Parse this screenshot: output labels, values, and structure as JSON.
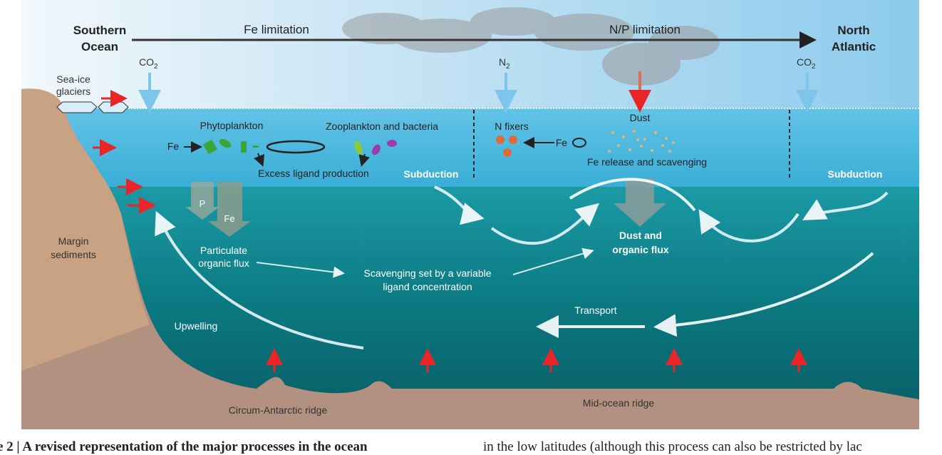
{
  "labels": {
    "southern_ocean": [
      "Southern",
      "Ocean"
    ],
    "north_atlantic": [
      "North",
      "Atlantic"
    ],
    "fe_limitation": "Fe limitation",
    "np_limitation": "N/P limitation",
    "co2_left": "CO",
    "co2_right": "CO",
    "co2_sub": "2",
    "n2": "N",
    "n2_sub": "2",
    "sea_ice": [
      "Sea-ice",
      "glaciers"
    ],
    "phytoplankton": "Phytoplankton",
    "fe_left": "Fe",
    "zooplankton": "Zooplankton and bacteria",
    "excess_ligand": "Excess ligand production",
    "subduction_left": "Subduction",
    "subduction_right": "Subduction",
    "n_fixers": "N fixers",
    "fe_mid": "Fe",
    "dust": "Dust",
    "fe_release": "Fe release and scavenging",
    "p_arrow": "P",
    "fe_arrow": "Fe",
    "margin_sediments": [
      "Margin",
      "sediments"
    ],
    "particulate_flux": [
      "Particulate",
      "organic flux"
    ],
    "scavenging": [
      "Scavenging set by a variable",
      "ligand concentration"
    ],
    "dust_flux": [
      "Dust and",
      "organic flux"
    ],
    "transport": "Transport",
    "upwelling": "Upwelling",
    "circum_antarctic": "Circum-Antarctic ridge",
    "mid_ocean_ridge": "Mid-ocean ridge"
  },
  "caption": {
    "left": "e 2 | A revised representation of the major processes in the ocean",
    "right": "in the low latitudes (although this process can also be restricted by lac"
  },
  "colors": {
    "red_arrow": "#e8262a",
    "sky_top": "#e9f3fa",
    "surface_water": "#52b9de",
    "deep_water": "#0a6a73",
    "seafloor": "#a88a7a"
  }
}
